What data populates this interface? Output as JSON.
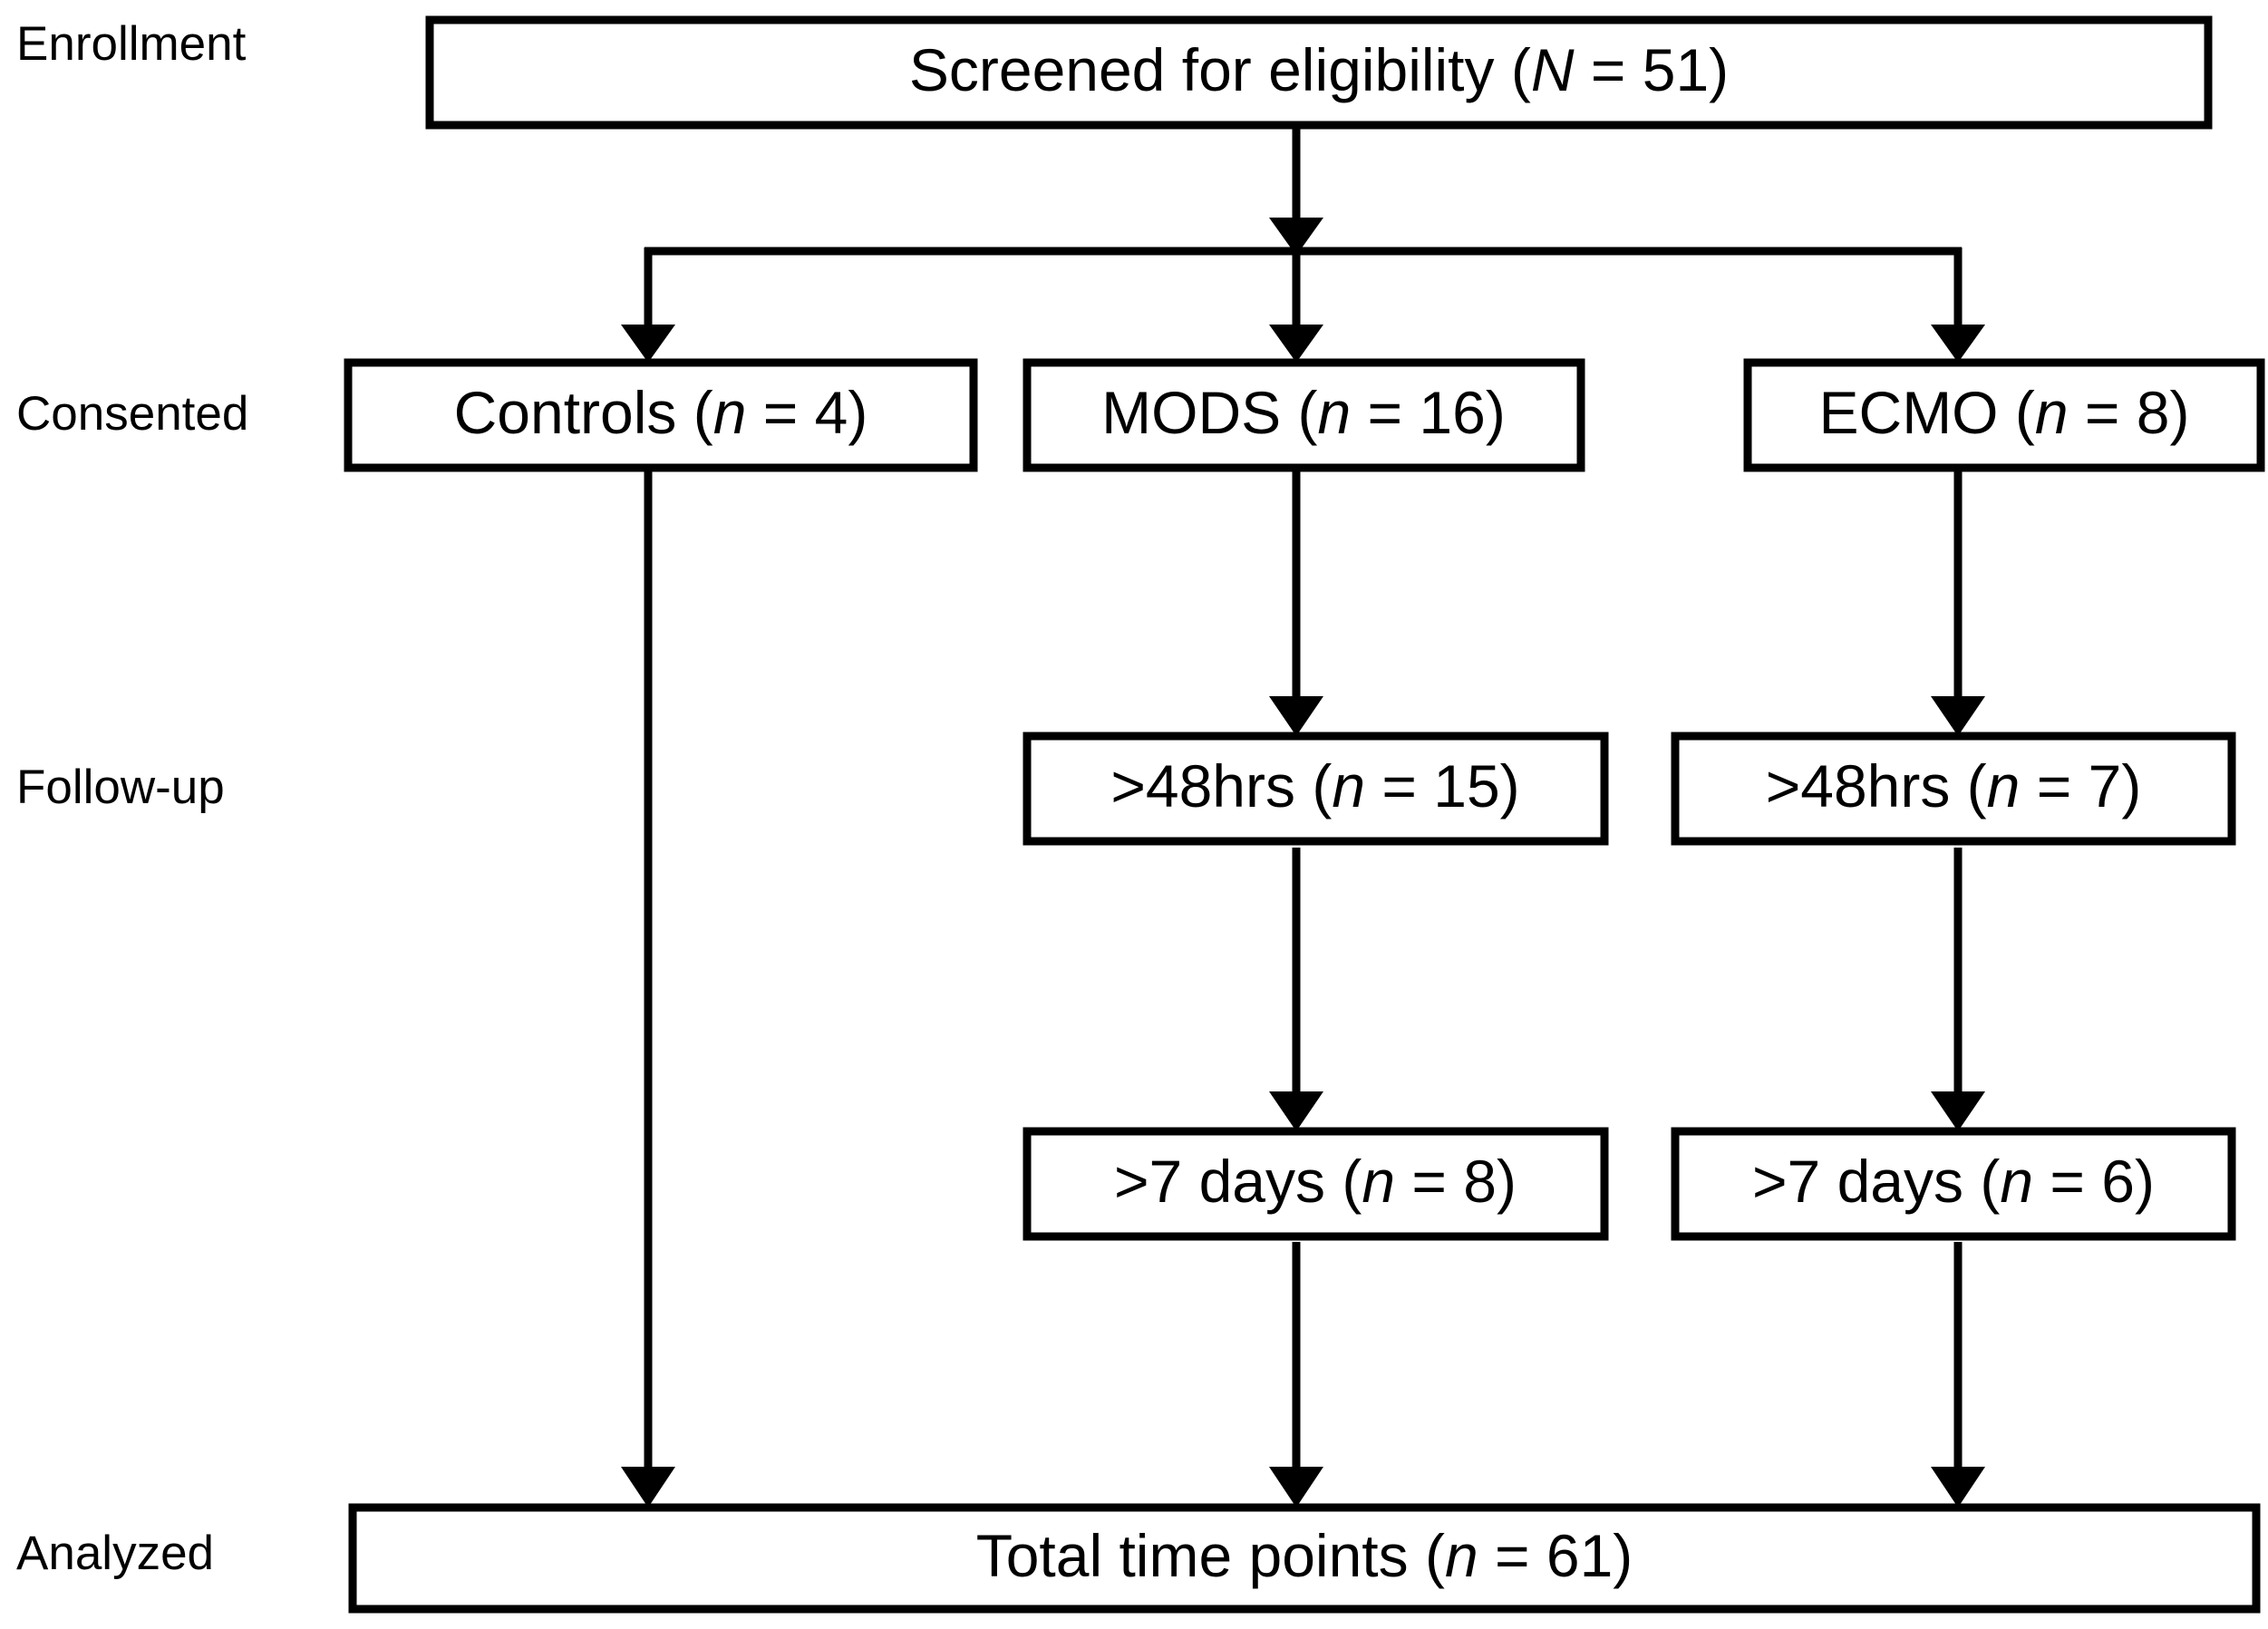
{
  "figure": {
    "type": "participant-flow-diagram",
    "background_color": "#ffffff",
    "line_color": "#000000",
    "text_color": "#000000"
  },
  "stage_labels": [
    {
      "id": "enrollment",
      "text": "Enrollment"
    },
    {
      "id": "consented",
      "text": "Consented"
    },
    {
      "id": "followup",
      "text": "Follow-up"
    },
    {
      "id": "analyzed",
      "text": "Analyzed"
    }
  ],
  "boxes": {
    "screened": {
      "prefix": "Screened for eligibility (",
      "italic": "N",
      "suffix": " = 51)",
      "full_text": "Screened for eligibility (N = 51)",
      "count": 51
    },
    "controls": {
      "prefix": "Controls (",
      "italic": "n",
      "suffix": " = 4)",
      "full_text": "Controls (n = 4)",
      "count": 4
    },
    "mods": {
      "prefix": "MODS (",
      "italic": "n",
      "suffix": " = 16)",
      "full_text": "MODS (n = 16)",
      "count": 16
    },
    "ecmo": {
      "prefix": "ECMO (",
      "italic": "n",
      "suffix": " = 8)",
      "full_text": "ECMO (n = 8)",
      "count": 8
    },
    "mods_48hrs": {
      "prefix": ">48hrs (",
      "italic": "n",
      "suffix": " = 15)",
      "full_text": ">48hrs (n = 15)",
      "count": 15
    },
    "ecmo_48hrs": {
      "prefix": ">48hrs (",
      "italic": "n",
      "suffix": " = 7)",
      "full_text": ">48hrs (n = 7)",
      "count": 7
    },
    "mods_7days": {
      "prefix": ">7 days (",
      "italic": "n",
      "suffix": " = 8)",
      "full_text": ">7 days (n = 8)",
      "count": 8
    },
    "ecmo_7days": {
      "prefix": ">7 days (",
      "italic": "n",
      "suffix": " = 6)",
      "full_text": ">7 days (n = 6)",
      "count": 6
    },
    "total": {
      "prefix": "Total time points (",
      "italic": "n",
      "suffix": " = 61)",
      "full_text": "Total time points (n = 61)",
      "count": 61
    }
  },
  "flow_edges": [
    {
      "from": "screened",
      "to": "branch-point"
    },
    {
      "from": "branch-point",
      "to": "controls"
    },
    {
      "from": "branch-point",
      "to": "mods"
    },
    {
      "from": "branch-point",
      "to": "ecmo"
    },
    {
      "from": "controls",
      "to": "total"
    },
    {
      "from": "mods",
      "to": "mods_48hrs"
    },
    {
      "from": "mods_48hrs",
      "to": "mods_7days"
    },
    {
      "from": "mods_7days",
      "to": "total"
    },
    {
      "from": "ecmo",
      "to": "ecmo_48hrs"
    },
    {
      "from": "ecmo_48hrs",
      "to": "ecmo_7days"
    },
    {
      "from": "ecmo_7days",
      "to": "total"
    }
  ]
}
